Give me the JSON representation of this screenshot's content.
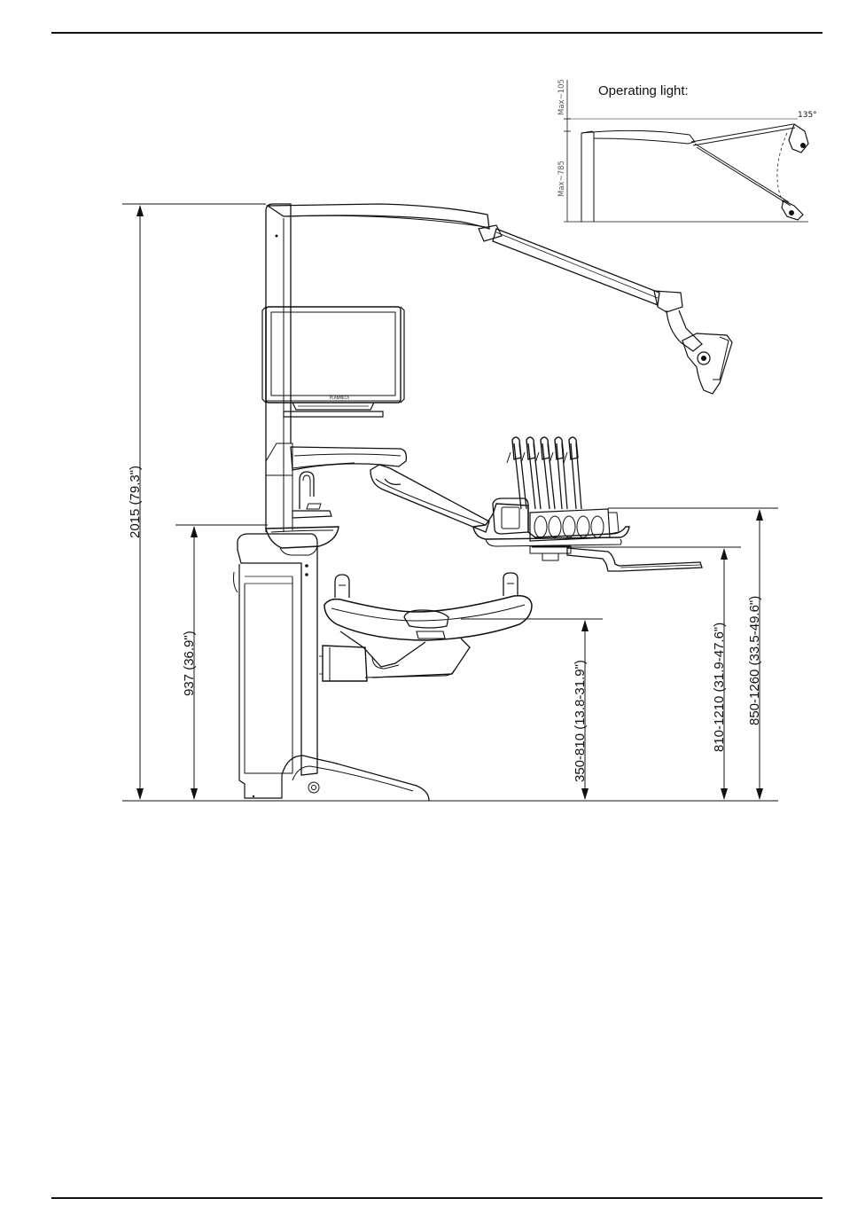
{
  "inset": {
    "title": "Operating light:",
    "max_upper": "Max~105",
    "max_lower": "Max~785",
    "angle": "135°"
  },
  "monitor": {
    "brand": "PLANMECA"
  },
  "dimensions": {
    "total_height": "2015 (79.3\")",
    "basin_height": "937 (36.9\")",
    "chair_height": "350-810 (13.8-31.9\")",
    "tray_height": "810-1210 (31.9-47.6\")",
    "instrument_height": "850-1260 (33.5-49.6\")"
  }
}
